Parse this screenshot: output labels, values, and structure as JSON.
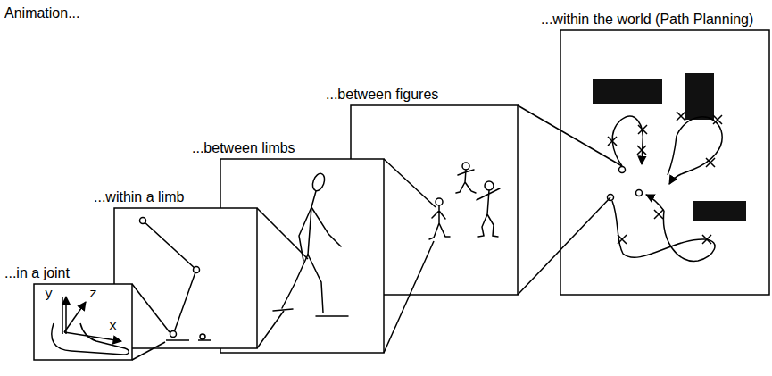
{
  "diagram": {
    "title": "Animation...",
    "nodes": [
      {
        "text": [
          "...in a joint"
        ]
      },
      {
        "text": [
          "...within a limb"
        ]
      },
      {
        "text": [
          "...between limbs"
        ]
      },
      {
        "text": [
          "...between figures"
        ]
      },
      {
        "text": [
          "...within the world (Path Planning)"
        ]
      }
    ],
    "edges": [
      {
        "from": 0,
        "to": 1,
        "arrow": "none"
      },
      {
        "from": 0,
        "to": 1,
        "arrow": "none"
      },
      {
        "from": 1,
        "to": 2,
        "arrow": "none"
      },
      {
        "from": 1,
        "to": 2,
        "arrow": "none"
      },
      {
        "from": 2,
        "to": 3,
        "arrow": "none"
      },
      {
        "from": 2,
        "to": 3,
        "arrow": "none"
      },
      {
        "from": 3,
        "to": 4,
        "arrow": "none"
      },
      {
        "from": 3,
        "to": 4,
        "arrow": "none"
      }
    ],
    "labels": [
      "y",
      "z",
      "x"
    ]
  }
}
